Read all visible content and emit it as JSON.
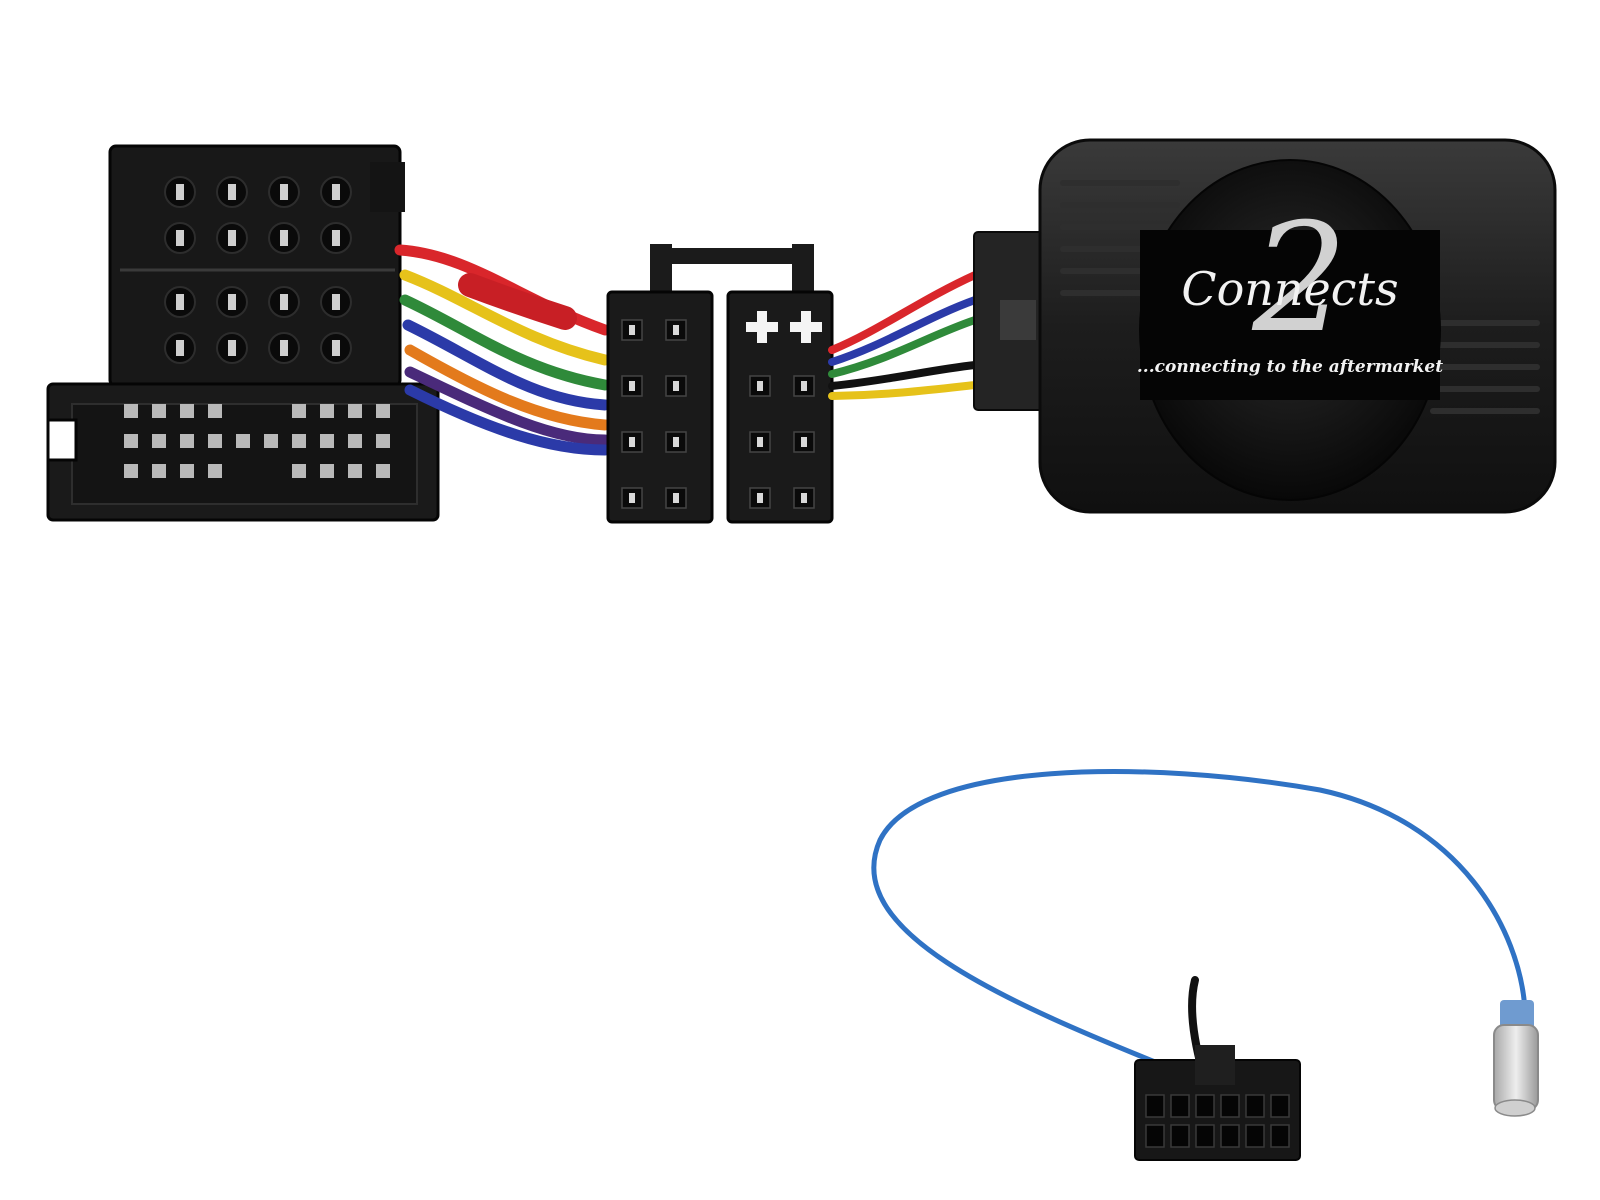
{
  "product": {
    "logo_text": "Connects",
    "logo_numeral": "2",
    "tagline": "...connecting to the aftermarket",
    "body_color": "#1e1e1e"
  },
  "wire_colors": {
    "red": "#d9262b",
    "yellow": "#e6c21a",
    "green": "#2f8a3a",
    "blue": "#2b3aa8",
    "purple": "#4a2a7a",
    "orange": "#e37a1c",
    "black": "#111111",
    "antenna_blue": "#2f72c4"
  },
  "icons": [
    "iso-connector-icon",
    "interface-box-icon",
    "patch-lead-icon"
  ]
}
